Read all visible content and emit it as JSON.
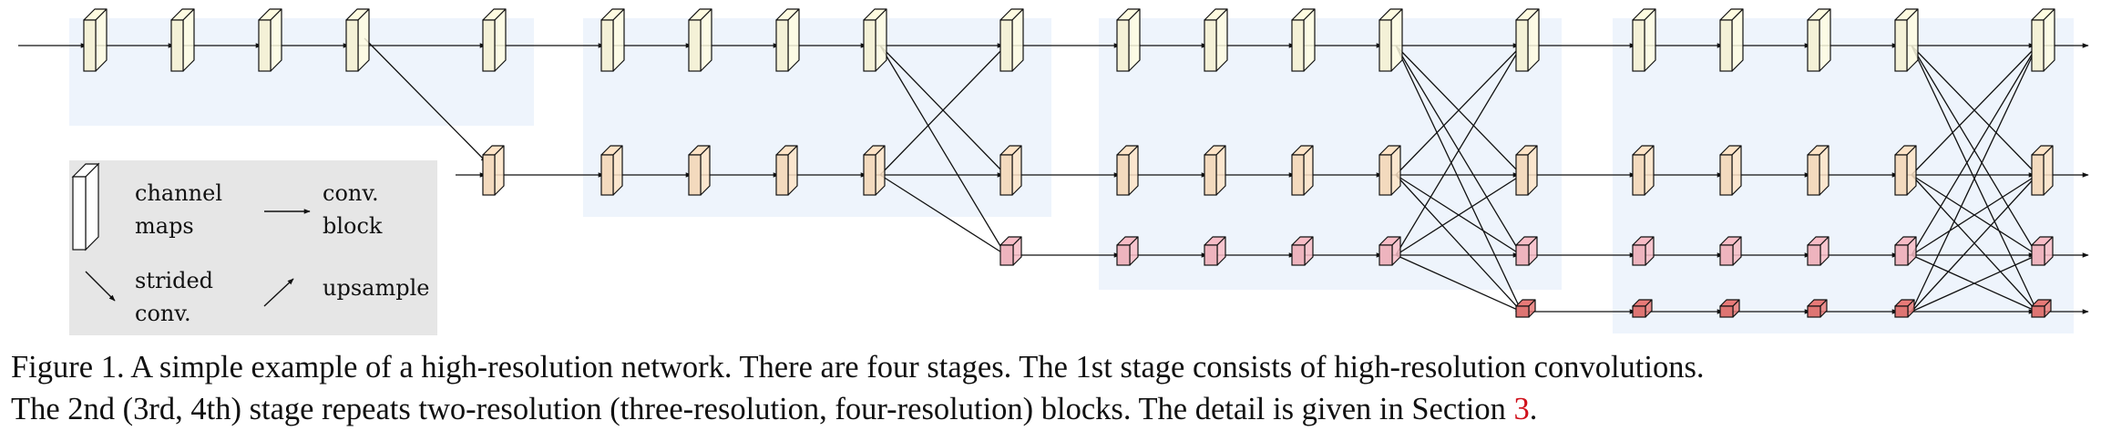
{
  "legend": {
    "channel_maps": [
      "channel",
      "maps"
    ],
    "conv_block": [
      "conv.",
      "block"
    ],
    "strided_conv": [
      "strided",
      "conv."
    ],
    "upsample": "upsample"
  },
  "caption": {
    "line1": "Figure 1. A simple example of a high-resolution network. There are four stages. The 1st stage consists of high-resolution convolutions.",
    "line2_pre": "The 2nd (3rd, 4th) stage repeats two-resolution (three-resolution, four-resolution) blocks. The detail is given in Section ",
    "line2_ref": "3",
    "line2_post": "."
  },
  "colors": {
    "stage_background": "#eef4fc",
    "legend_background": "#e6e6e6",
    "res1": "#fefbe0",
    "res2": "#fde3c6",
    "res3": "#f8bcc6",
    "res4": "#e87a78",
    "reference": "#d0101b"
  }
}
